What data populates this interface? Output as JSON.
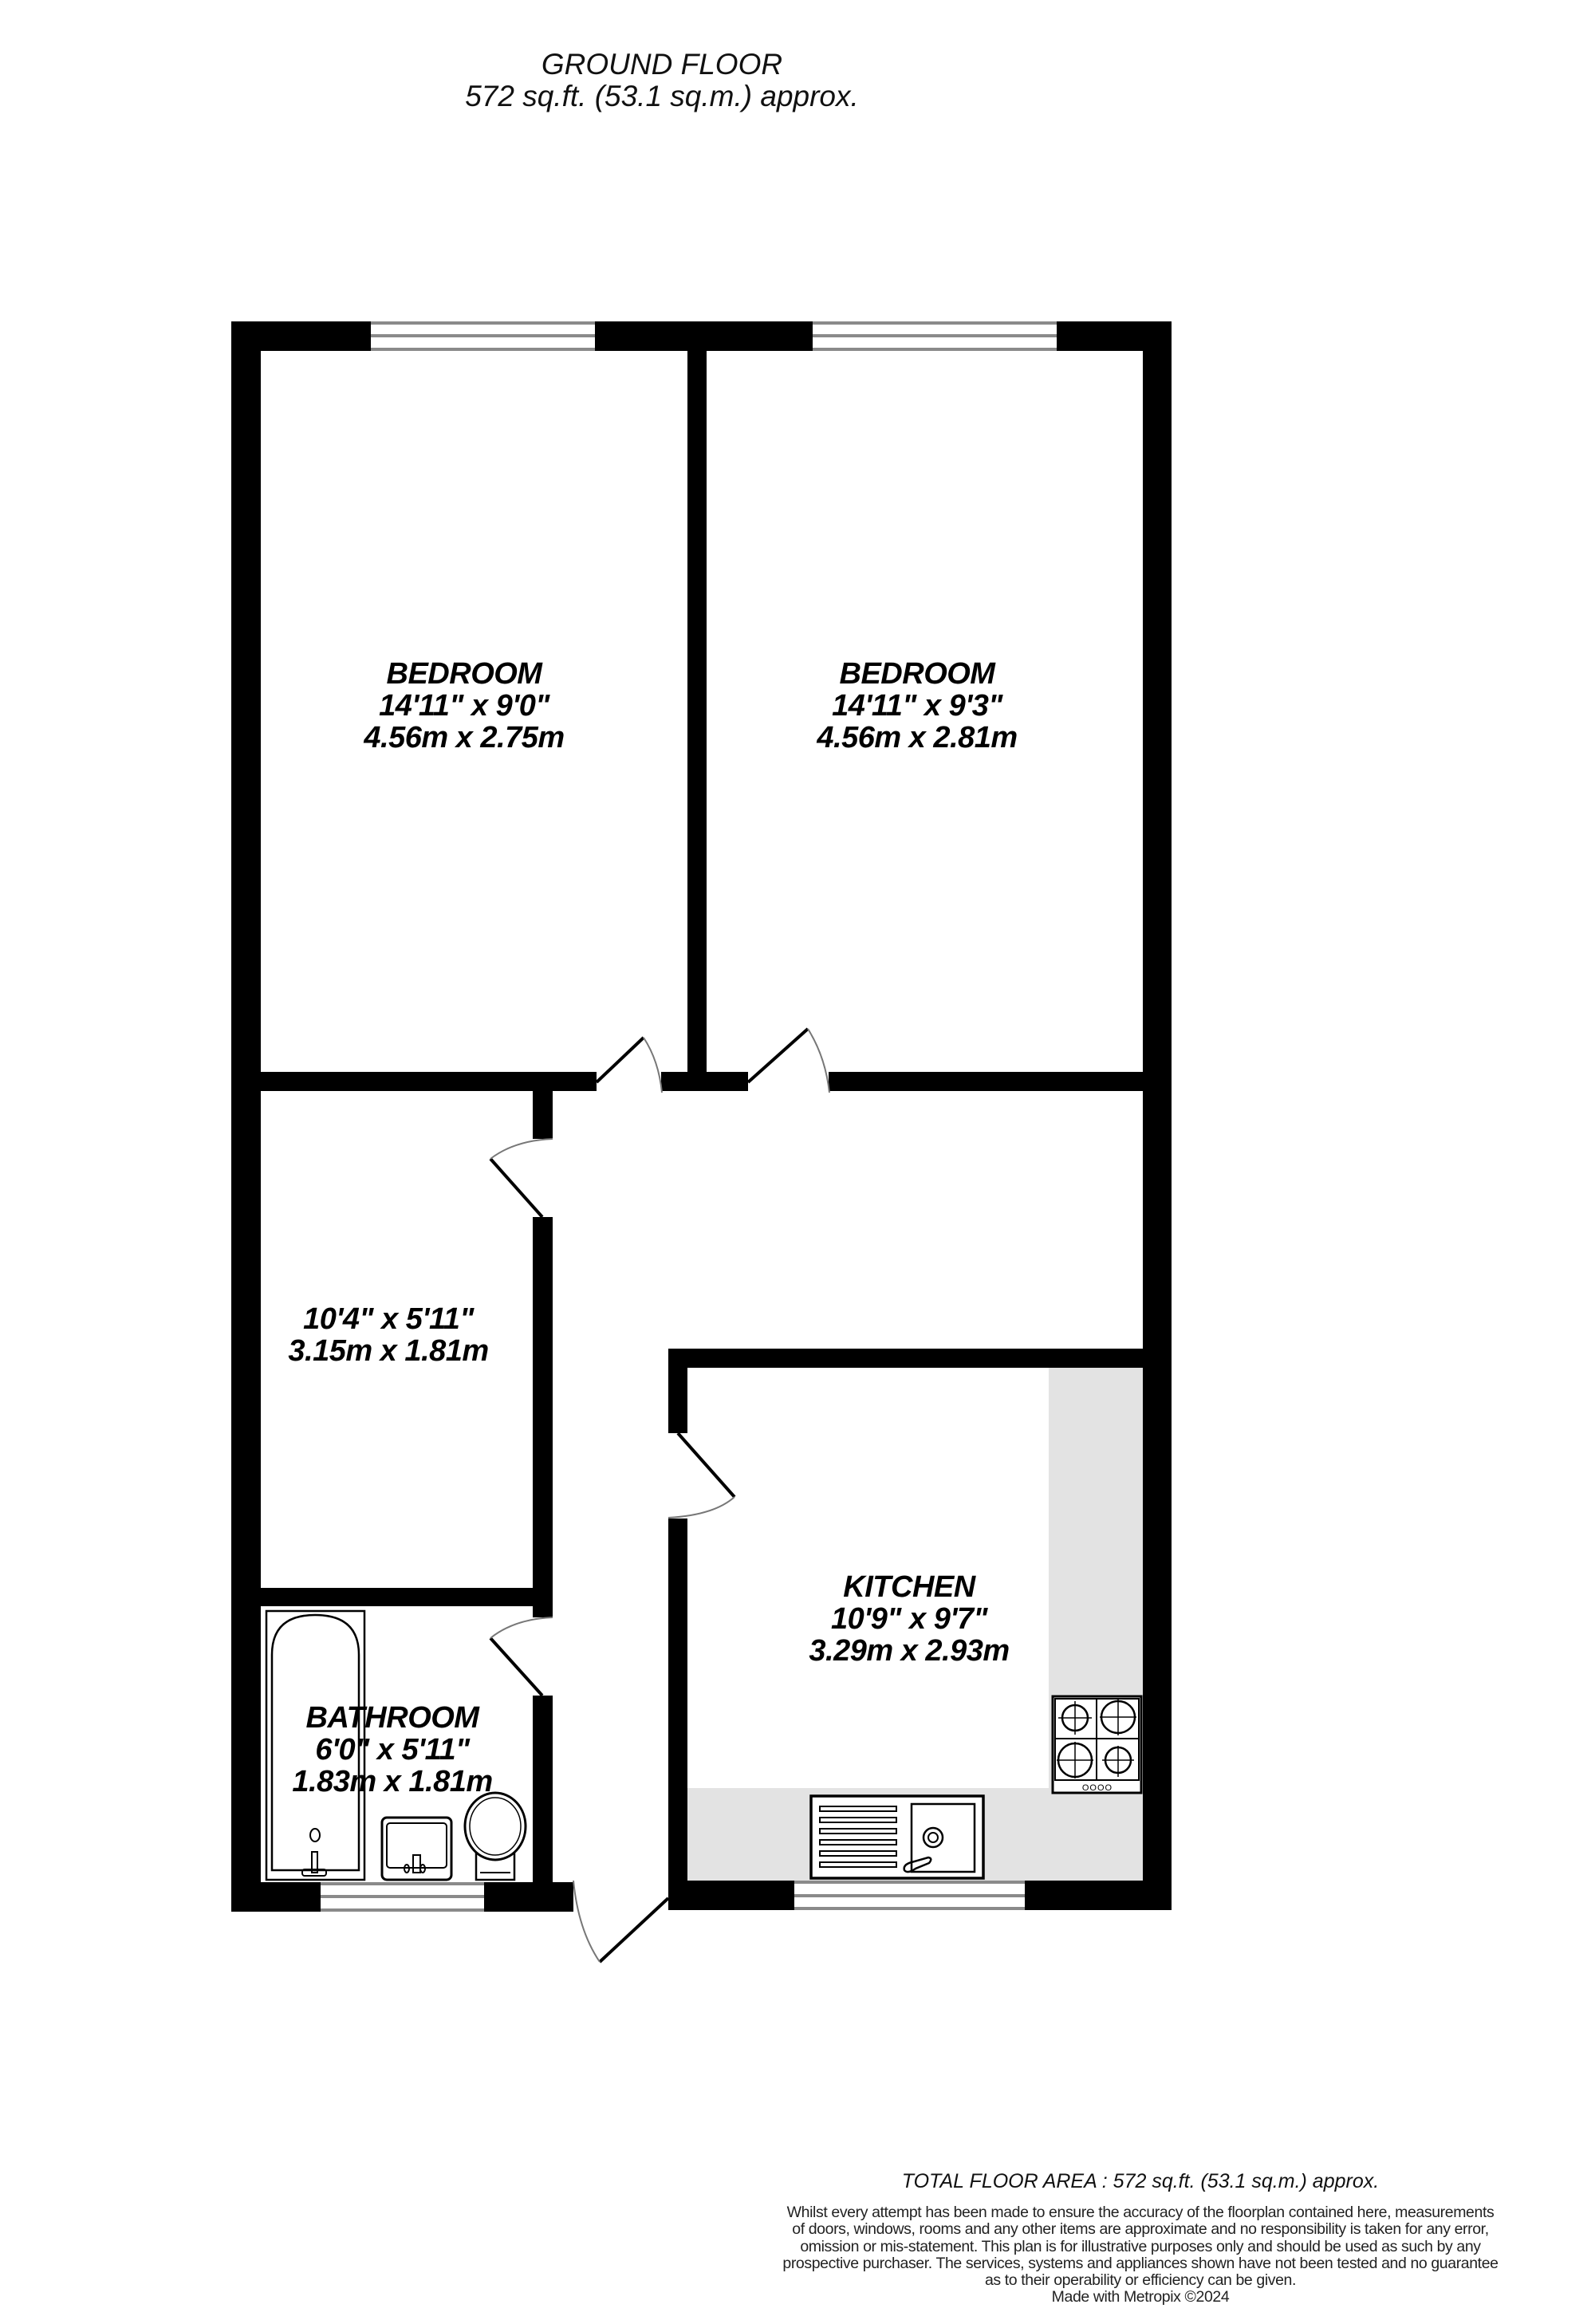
{
  "header": {
    "floor_name": "GROUND FLOOR",
    "floor_area": "572 sq.ft. (53.1 sq.m.) approx."
  },
  "rooms": [
    {
      "id": "bedroom-1",
      "name": "BEDROOM",
      "dims_imperial": "14'11\"  x 9'0\"",
      "dims_metric": "4.56m  x 2.75m"
    },
    {
      "id": "bedroom-2",
      "name": "BEDROOM",
      "dims_imperial": "14'11\"  x 9'3\"",
      "dims_metric": "4.56m  x 2.81m"
    },
    {
      "id": "small-room",
      "name": "",
      "dims_imperial": "10'4\"  x 5'11\"",
      "dims_metric": "3.15m  x 1.81m"
    },
    {
      "id": "kitchen",
      "name": "KITCHEN",
      "dims_imperial": "10'9\"  x 9'7\"",
      "dims_metric": "3.29m  x 2.93m"
    },
    {
      "id": "bathroom",
      "name": "BATHROOM",
      "dims_imperial": "6'0\"  x 5'11\"",
      "dims_metric": "1.83m  x 1.81m"
    }
  ],
  "fixtures": {
    "hob_knobs": "OOOO"
  },
  "colors": {
    "wall": "#000000",
    "window_line": "#8a8a8a",
    "counter": "#e3e3e3",
    "background": "#ffffff"
  },
  "footer": {
    "total_area": "TOTAL FLOOR AREA : 572 sq.ft. (53.1 sq.m.) approx.",
    "disclaimer_lines": [
      "Whilst every attempt has been made to ensure the accuracy of the floorplan contained here, measurements",
      "of doors, windows, rooms and any other items are approximate and no responsibility is taken for any error,",
      "omission or mis-statement. This plan is for illustrative purposes only and should be used as such by any",
      "prospective purchaser. The services, systems and appliances shown have not been tested and no guarantee",
      "as to their operability or efficiency can be given."
    ],
    "credit": "Made with Metropix ©2024"
  }
}
